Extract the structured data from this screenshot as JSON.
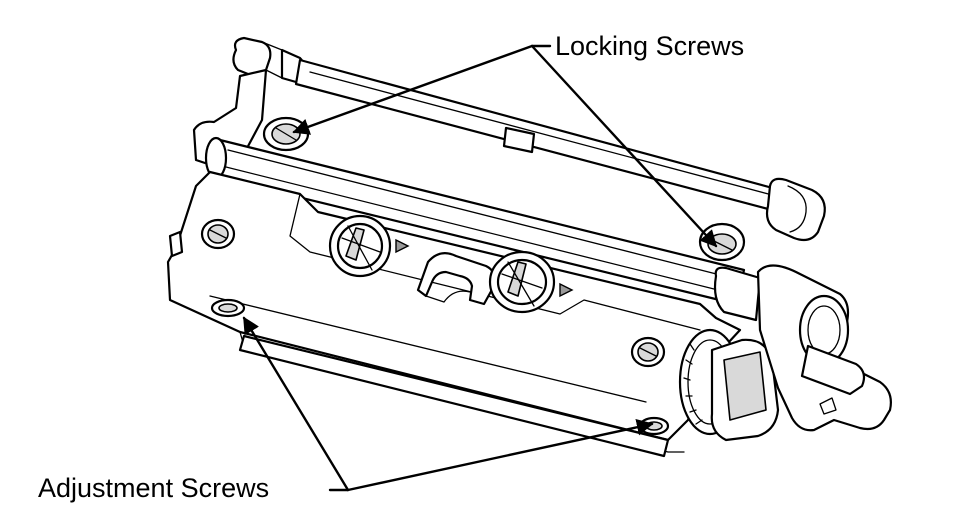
{
  "figure": {
    "subject": "print-head-assembly",
    "callouts": [
      {
        "id": "locking",
        "text": "Locking Screws"
      },
      {
        "id": "adjust",
        "text": "Adjustment Screws"
      }
    ]
  },
  "colors": {
    "line": "#000000",
    "fill": "#ffffff",
    "shade": "#d9d9d9",
    "dark": "#9a9a9a"
  }
}
